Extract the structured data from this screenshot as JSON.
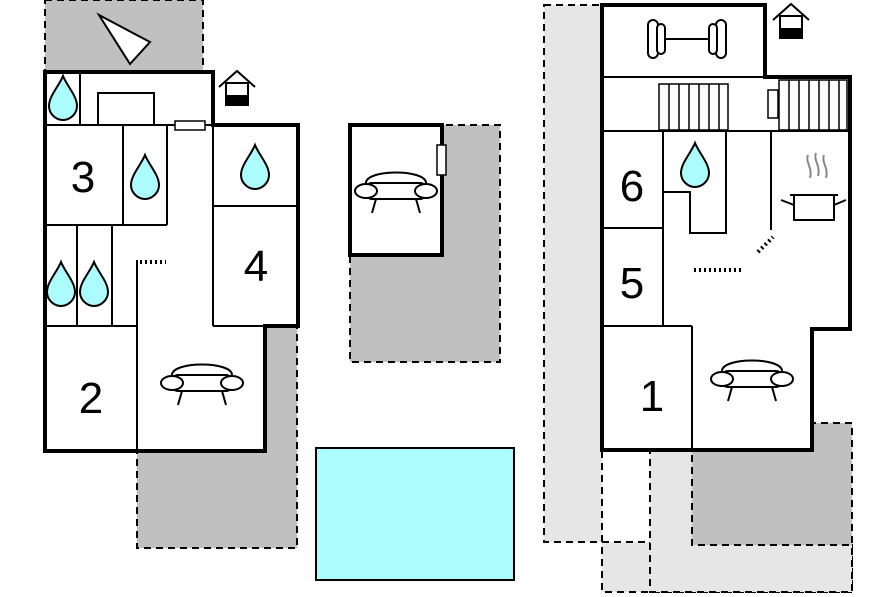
{
  "colors": {
    "outdoor_dark": "#c0c0c0",
    "outdoor_light": "#e6e6e6",
    "pool": "#adfcfd",
    "water": "#adfcfd",
    "wall": "#000000",
    "background": "#ffffff"
  },
  "rooms": {
    "left": {
      "bedroom_a": "3",
      "bedroom_b": "4",
      "bedroom_c": "2"
    },
    "right": {
      "bedroom_a": "6",
      "bedroom_b": "5",
      "bedroom_c": "1"
    }
  },
  "icons": [
    "compass-arrow-icon",
    "house-icon",
    "water-drop-icon",
    "sofa-icon",
    "dumbbell-icon",
    "stairs-icon",
    "cooking-pot-icon",
    "radiator-icon",
    "pool"
  ]
}
